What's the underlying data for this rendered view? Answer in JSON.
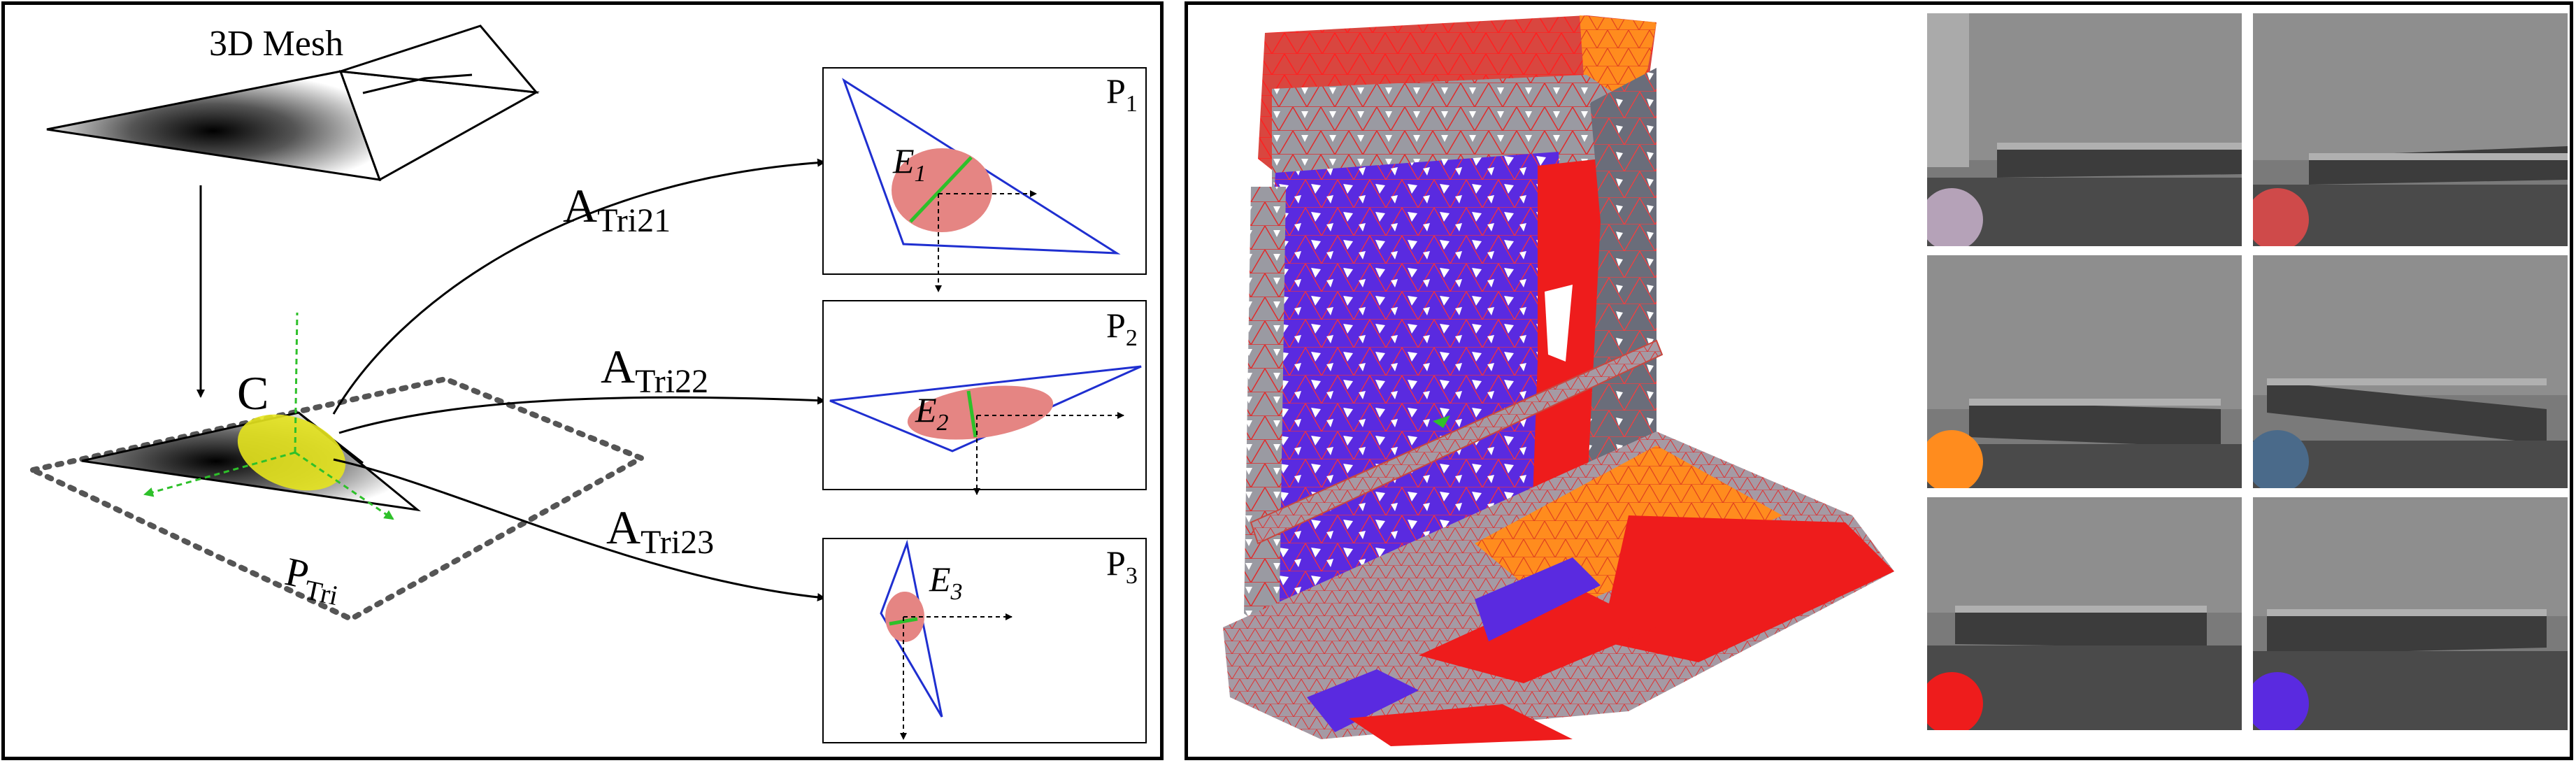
{
  "left_panel": {
    "mesh_label": "3D Mesh",
    "center_label": "C",
    "plane_label": {
      "main": "P",
      "sub": "Tri"
    },
    "transforms": [
      {
        "main": "A",
        "sub": "Tri21"
      },
      {
        "main": "A",
        "sub": "Tri22"
      },
      {
        "main": "A",
        "sub": "Tri23"
      }
    ],
    "projections": [
      {
        "label": "P",
        "sub": "1",
        "ellipse": "E",
        "ellipse_sub": "1"
      },
      {
        "label": "P",
        "sub": "2",
        "ellipse": "E",
        "ellipse_sub": "2"
      },
      {
        "label": "P",
        "sub": "3",
        "ellipse": "E",
        "ellipse_sub": "3"
      }
    ]
  },
  "right_panel": {
    "camera_thumbnails": [
      {
        "color": "#b5a2b8"
      },
      {
        "color": "#cf4a4a"
      },
      {
        "color": "#ff8c1e"
      },
      {
        "color": "#4a6a8a"
      },
      {
        "color": "#ee1c1c"
      },
      {
        "color": "#5a2ae0"
      }
    ]
  },
  "colors": {
    "ellipse_fill": "#e58583",
    "triangle_stroke": "#1f2fd0",
    "axis_green": "#2ec02a",
    "yellow_ellipse": "#e6e41e",
    "mesh_red": "#ee1c1c",
    "mesh_purple": "#5a2ae0",
    "mesh_gray": "#7f8290",
    "mesh_orange": "#ff8c1e"
  }
}
